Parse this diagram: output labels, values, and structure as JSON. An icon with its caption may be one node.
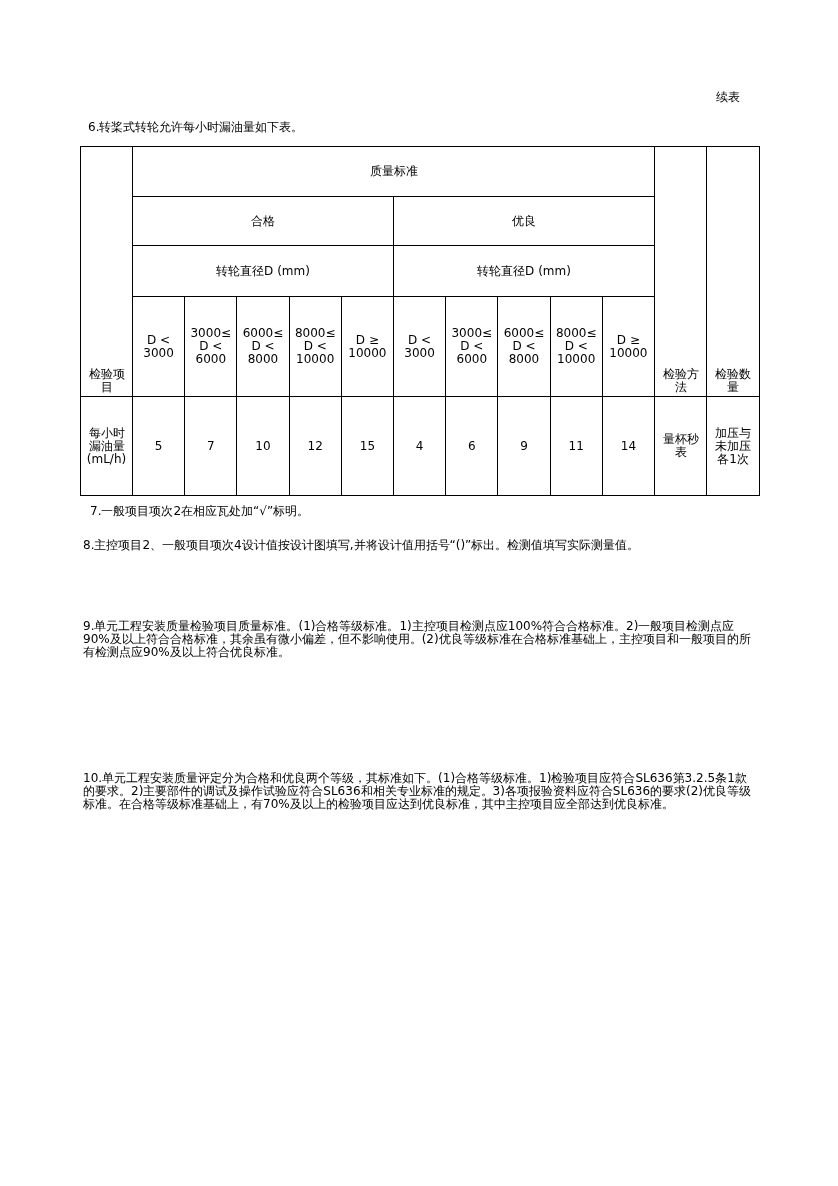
{
  "diagram": {
    "labels": [
      "续表",
      "6.转桨式转轮允许每小时漏油量如下表。",
      "检验项目",
      "质量标准",
      "检验方法",
      "检验数量",
      "合格",
      "优良",
      "转轮直径D (mm)",
      "转轮直径D (mm)",
      "D < 3000",
      "3000≤ D < 6000",
      "6000≤ D < 8000",
      "8000≤ D < 10000",
      "D ≥ 10000",
      "D < 3000",
      "3000≤ D < 6000",
      "6000≤ D < 8000",
      "8000≤ D < 10000",
      "D ≥ 10000",
      "每小时漏油量(mL/h)",
      "5",
      "7",
      "10",
      "12",
      "15",
      "4",
      "6",
      "9",
      "11",
      "14",
      "量杯秒表",
      "加压与未加压各1次",
      "7.一般项目项次2在相应瓦处加“√”标明。",
      "8.主控项目2、一般项目项次4设计值按设计图填写,并将设计值用括号“()”标出。检测值填写实际测量值。",
      "9.单元工程安装质量检验项目质量标准。(1)合格等级标准。1)主控项目检测点应100%符合合格标准。2)一般项目检测点应90%及以上符合合格标准，其余虽有微小偏差，但不影响使用。(2)优良等级标准在合格标准基础上，主控项目和一般项目的所有检测点应90%及以上符合优良标准。",
      "10.单元工程安装质量评定分为合格和优良两个等级，其标准如下。(1)合格等级标准。1)检验项目应符合SL636第3.2.5条1款的要求。2)主要部件的调试及操作试验应符合SL636和相关专业标准的规定。3)各项报验资料应符合SL636的要求(2)优良等级标准。在合格等级标准基础上，有70%及以上的检验项目应达到优良标准，其中主控项目应全部达到优良标准。"
    ]
  }
}
